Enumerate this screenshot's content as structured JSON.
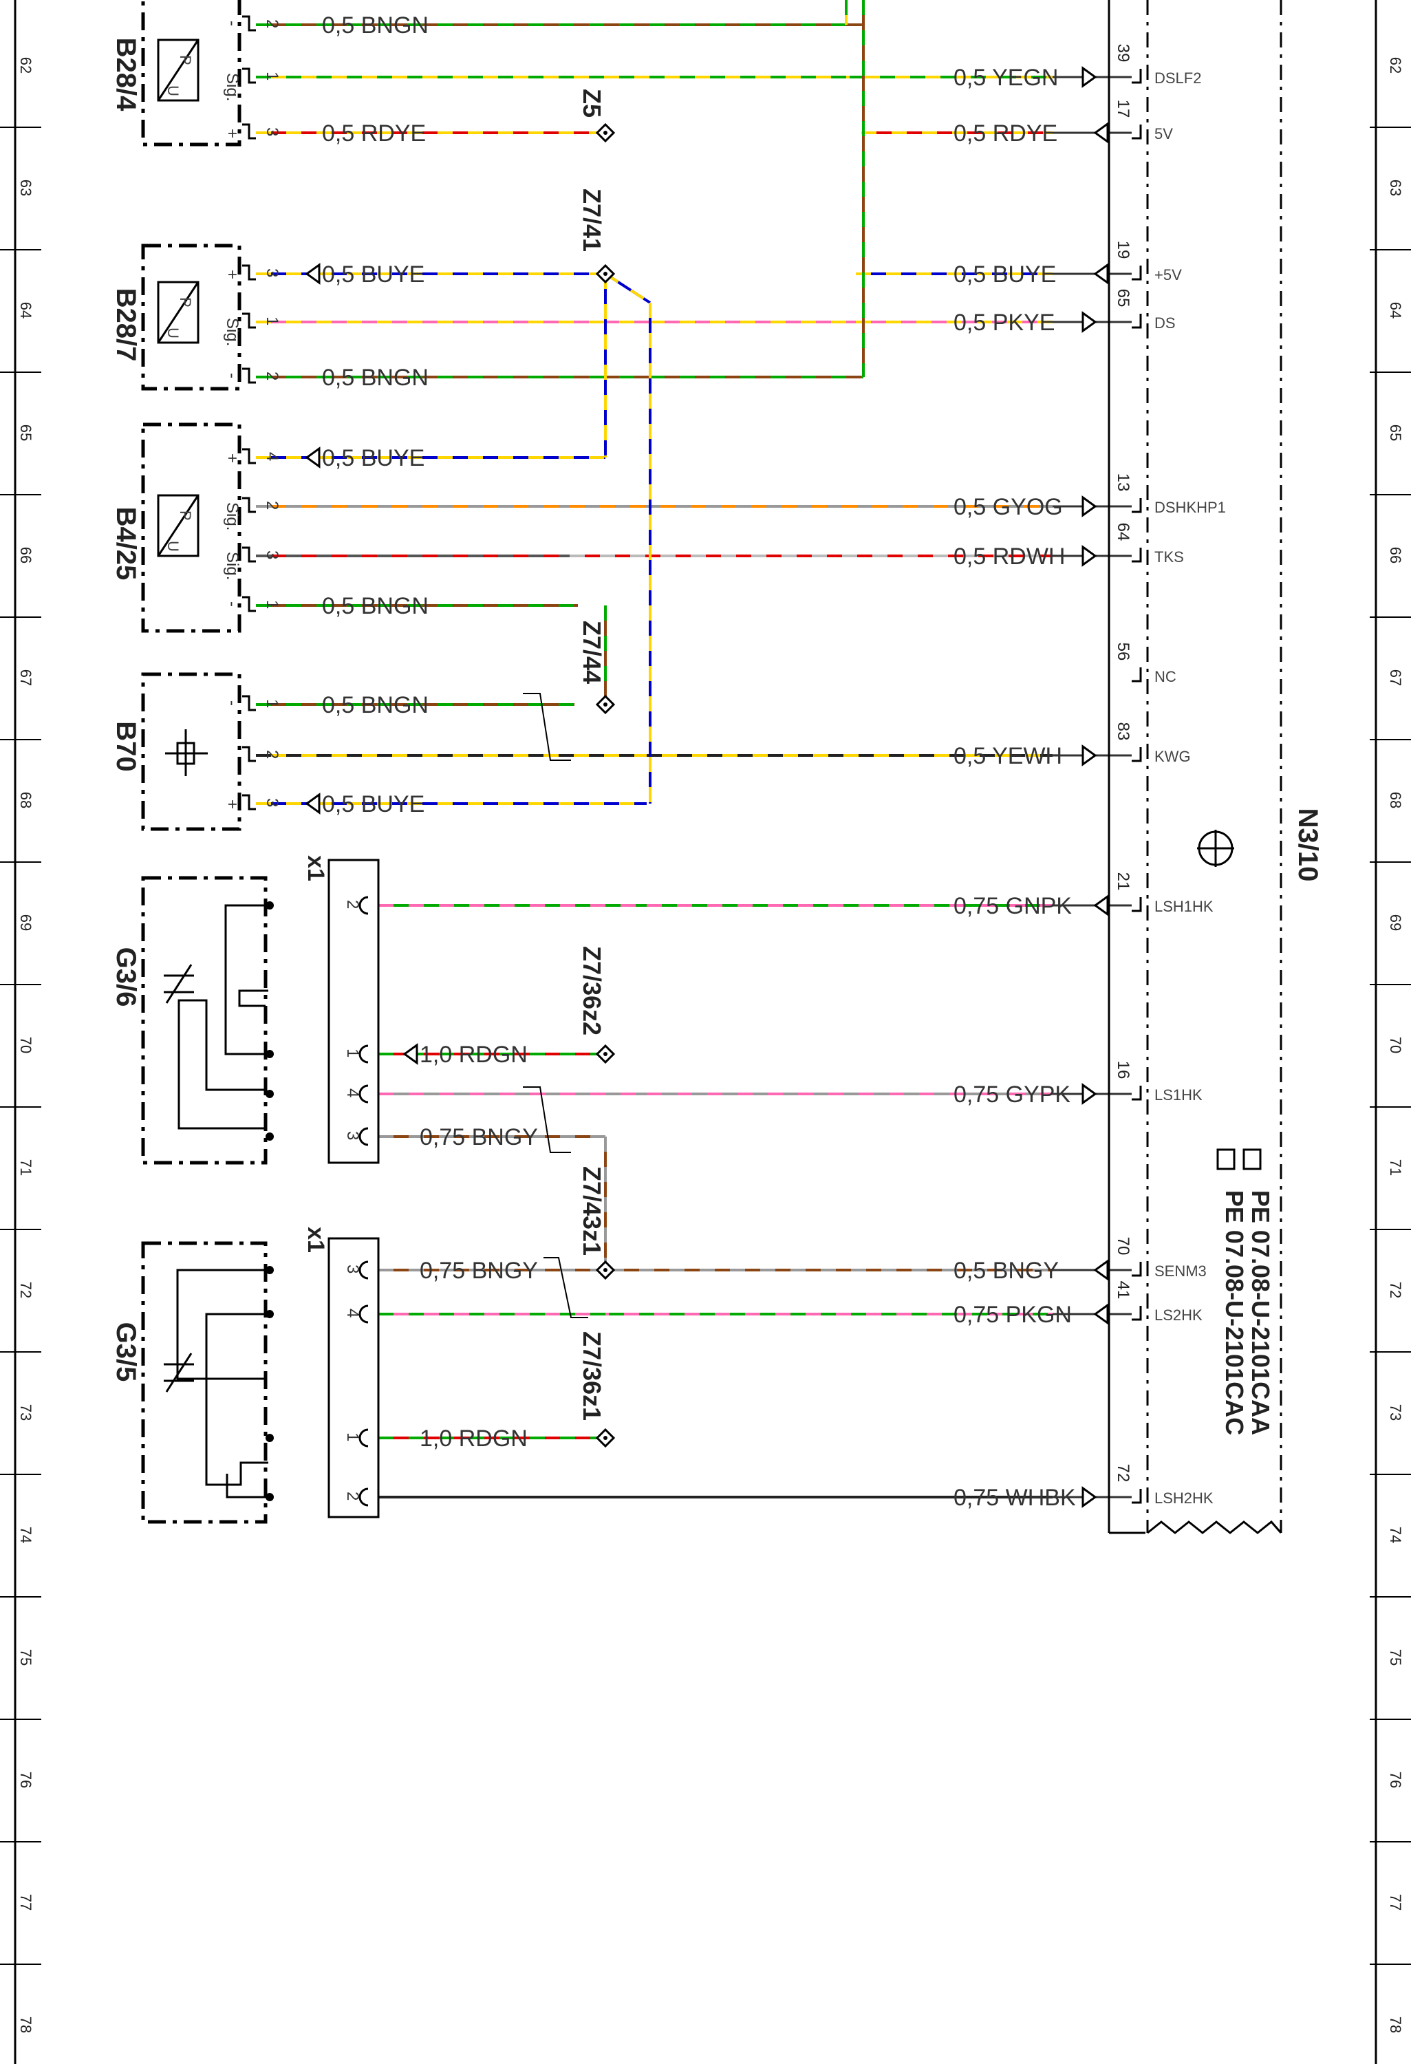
{
  "row_numbers": [
    "62",
    "63",
    "64",
    "65",
    "66",
    "67",
    "68",
    "69",
    "70",
    "71",
    "72",
    "73",
    "74",
    "75",
    "76",
    "77",
    "78"
  ],
  "components": [
    {
      "label": "B28/4",
      "pins": [
        {
          "num": "2",
          "sign": "-"
        },
        {
          "num": "1",
          "sign": "Sig."
        },
        {
          "num": "3",
          "sign": "+"
        }
      ]
    },
    {
      "label": "B28/7",
      "pins": [
        {
          "num": "3",
          "sign": "+"
        },
        {
          "num": "1",
          "sign": "Sig."
        },
        {
          "num": "2",
          "sign": "-"
        }
      ]
    },
    {
      "label": "B4/25",
      "pins": [
        {
          "num": "4",
          "sign": "+"
        },
        {
          "num": "2",
          "sign": "Sig."
        },
        {
          "num": "3",
          "sign": "Sig."
        },
        {
          "num": "1",
          "sign": "-"
        }
      ]
    },
    {
      "label": "B70",
      "pins": [
        {
          "num": "1",
          "sign": "-"
        },
        {
          "num": "2",
          "sign": ""
        },
        {
          "num": "3",
          "sign": "+"
        }
      ]
    },
    {
      "label": "G3/6",
      "connector": "x1",
      "pins": [
        {
          "num": "2"
        },
        {
          "num": "1"
        },
        {
          "num": "4"
        },
        {
          "num": "3"
        }
      ]
    },
    {
      "label": "G3/5",
      "connector": "x1",
      "pins": [
        {
          "num": "3"
        },
        {
          "num": "4"
        },
        {
          "num": "1"
        },
        {
          "num": "2"
        }
      ]
    }
  ],
  "left_wires": [
    {
      "label": "0,5 BNGN",
      "colors": [
        "#8b4513",
        "#00aa00"
      ]
    },
    {
      "label": "0,5 RDYE",
      "colors": [
        "#e00000",
        "#ffd700"
      ]
    },
    {
      "label": "0,5 BUYE",
      "colors": [
        "#0000cc",
        "#ffd700"
      ]
    },
    {
      "label": "0,5 BNGN",
      "colors": [
        "#8b4513",
        "#00aa00"
      ]
    },
    {
      "label": "0,5 BUYE",
      "colors": [
        "#0000cc",
        "#ffd700"
      ]
    },
    {
      "label": "0,5 BNGN",
      "colors": [
        "#8b4513",
        "#00aa00"
      ]
    },
    {
      "label": "0,5 BNGN",
      "colors": [
        "#8b4513",
        "#00aa00"
      ]
    },
    {
      "label": "0,5 BUYE",
      "colors": [
        "#0000cc",
        "#ffd700"
      ]
    },
    {
      "label": "1,0 RDGN",
      "colors": [
        "#e00000",
        "#00aa00"
      ]
    },
    {
      "label": "0,75 BNGY",
      "colors": [
        "#8b4513",
        "#999999"
      ]
    },
    {
      "label": "0,75 BNGY",
      "colors": [
        "#8b4513",
        "#999999"
      ]
    },
    {
      "label": "1,0 RDGN",
      "colors": [
        "#e00000",
        "#00aa00"
      ]
    }
  ],
  "right_wires": [
    {
      "label": "0,5 YEGN",
      "pin": "39",
      "signal": "DSLF2",
      "colors": [
        "#ffd700",
        "#00aa00"
      ]
    },
    {
      "label": "0,5 RDYE",
      "pin": "17",
      "signal": "5V",
      "colors": [
        "#e00000",
        "#ffd700"
      ]
    },
    {
      "label": "0,5 BUYE",
      "pin": "19",
      "signal": "+5V",
      "colors": [
        "#0000cc",
        "#ffd700"
      ]
    },
    {
      "label": "0,5 PKYE",
      "pin": "65",
      "signal": "DS",
      "colors": [
        "#ff69b4",
        "#ffd700"
      ]
    },
    {
      "label": "0,5 GYOG",
      "pin": "13",
      "signal": "DSHKHP1",
      "colors": [
        "#999999",
        "#ff8c00"
      ]
    },
    {
      "label": "0,5 RDWH",
      "pin": "64",
      "signal": "TKS",
      "colors": [
        "#e00000",
        "#bbbbbb"
      ]
    },
    {
      "label": "",
      "pin": "56",
      "signal": "NC",
      "colors": []
    },
    {
      "label": "0,5 YEWH",
      "pin": "83",
      "signal": "KWG",
      "colors": [
        "#ffd700",
        "#222222"
      ]
    },
    {
      "label": "0,75 GNPK",
      "pin": "21",
      "signal": "LSH1HK",
      "colors": [
        "#00aa00",
        "#ff69b4"
      ]
    },
    {
      "label": "0,75 GYPK",
      "pin": "16",
      "signal": "LS1HK",
      "colors": [
        "#999999",
        "#ff69b4"
      ]
    },
    {
      "label": "0,5 BNGY",
      "pin": "70",
      "signal": "SENM3",
      "colors": [
        "#8b4513",
        "#999999"
      ]
    },
    {
      "label": "0,75 PKGN",
      "pin": "41",
      "signal": "LS2HK",
      "colors": [
        "#ff69b4",
        "#00aa00"
      ]
    },
    {
      "label": "0,75 WHBK",
      "pin": "72",
      "signal": "LSH2HK",
      "colors": [
        "#222222",
        "#222222"
      ]
    }
  ],
  "junctions": [
    "Z5",
    "Z7/41",
    "Z7/44",
    "Z7/36z2",
    "Z7/43z1",
    "Z7/36z1"
  ],
  "control_unit": {
    "label": "N3/10",
    "references": [
      "PE 07.08-U-2101CAA",
      "PE 07.08-U-2101CAC"
    ]
  }
}
